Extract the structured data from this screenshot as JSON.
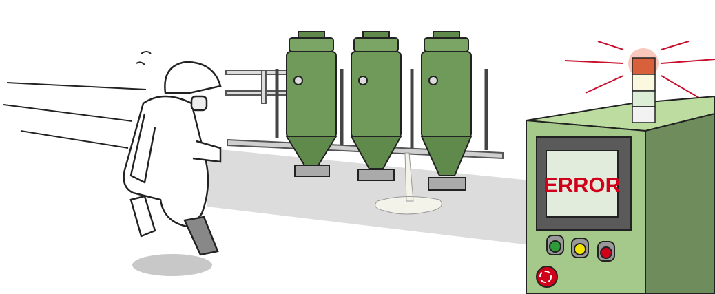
{
  "screen": {
    "text": "ERROR"
  },
  "colors": {
    "panel_front": "#a4c98a",
    "panel_side": "#6e8c5c",
    "panel_top": "#bcdca0",
    "tank": "#6f9a5a",
    "alarm": "#d0001a"
  },
  "panel": {
    "buttons": [
      {
        "name": "green-indicator-button",
        "color": "#2e9a3a"
      },
      {
        "name": "yellow-indicator-button",
        "color": "#f2e600"
      },
      {
        "name": "red-indicator-button",
        "color": "#d0001a"
      }
    ],
    "stack_light_active": "red"
  }
}
